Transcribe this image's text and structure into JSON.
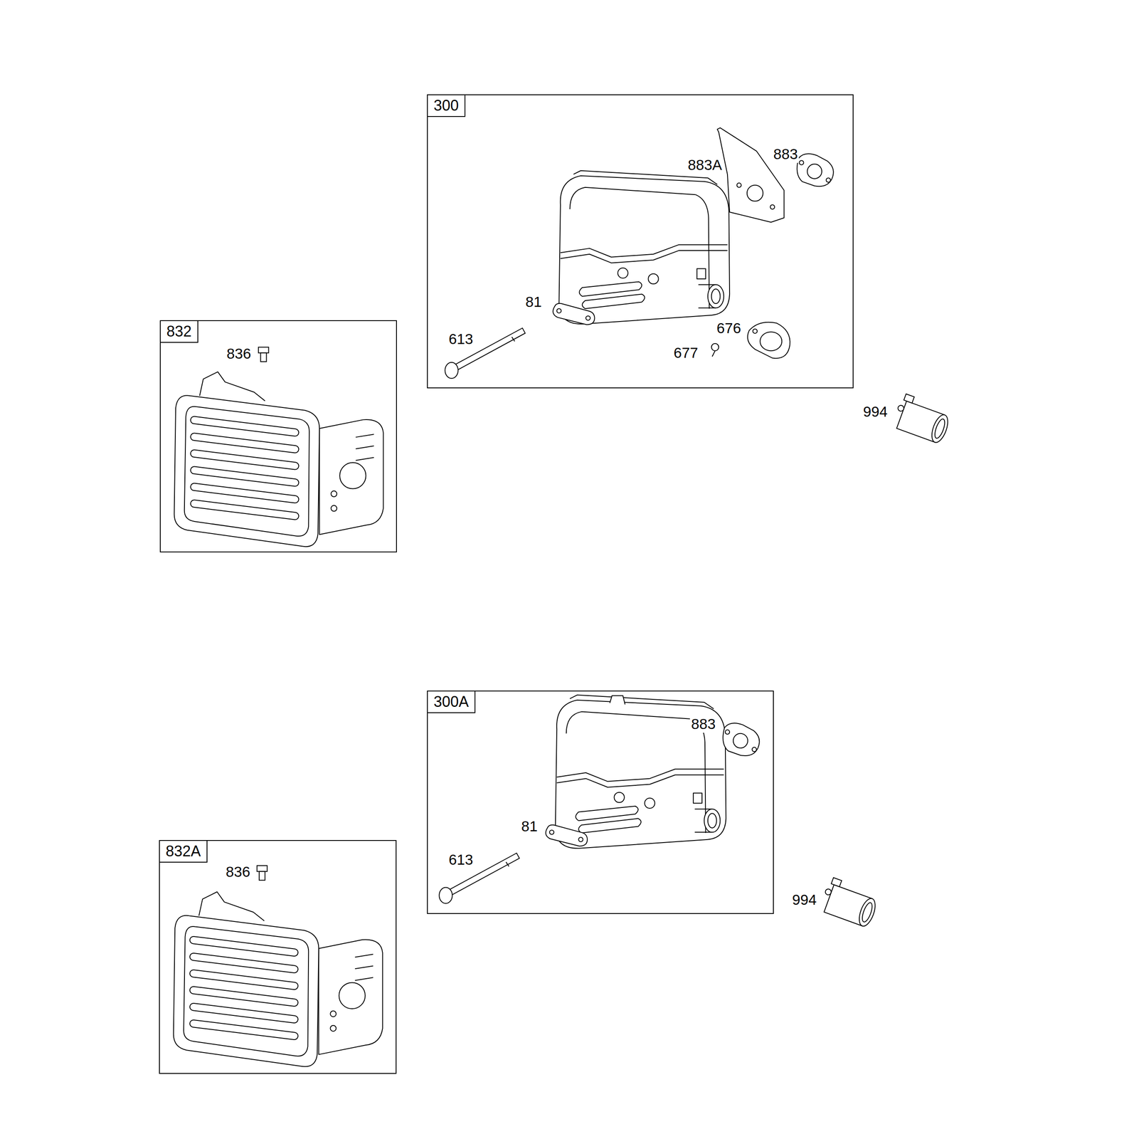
{
  "diagram": {
    "nodes": [
      {
        "text": [
          "300"
        ]
      },
      {
        "text": [
          "832"
        ]
      },
      {
        "text": [
          "300A"
        ]
      },
      {
        "text": [
          "832A"
        ]
      }
    ],
    "labels": [
      "883",
      "883A",
      "81",
      "676",
      "613",
      "677",
      "836",
      "994",
      "883",
      "81",
      "613",
      "836",
      "994"
    ]
  }
}
